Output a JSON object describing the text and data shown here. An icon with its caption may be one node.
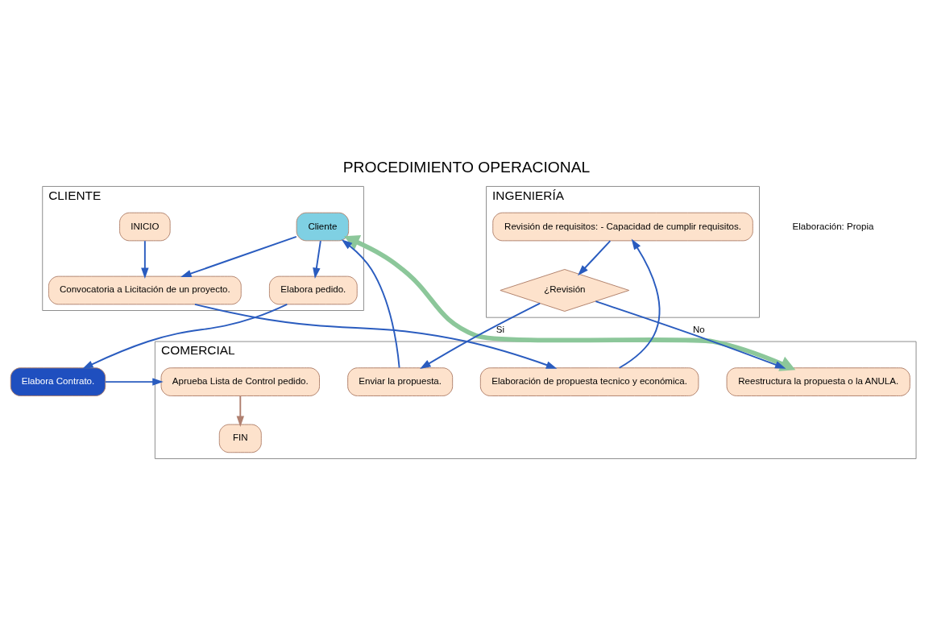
{
  "diagram": {
    "title": "PROCEDIMIENTO OPERACIONAL",
    "nodes": [
      {
        "text": [
          "CLIENTE"
        ]
      },
      {
        "text": [
          "INICIO"
        ],
        "in": 0
      },
      {
        "text": [
          "Convocatoria a Licitación de un proyecto."
        ],
        "in": 0
      },
      {
        "text": [
          "Cliente"
        ],
        "in": 0
      },
      {
        "text": [
          "Elabora pedido."
        ],
        "in": 0
      },
      {
        "text": [
          "Elabora Contrato."
        ]
      },
      {
        "text": [
          "COMERCIAL"
        ]
      },
      {
        "text": [
          "Elaboración de propuesta tecnico y económica."
        ],
        "in": 6
      },
      {
        "text": [
          "Enviar la propuesta."
        ],
        "in": 6
      },
      {
        "text": [
          "Reestructura la propuesta o la ANULA."
        ],
        "in": 6
      },
      {
        "text": [
          "Aprueba Lista de Control pedido."
        ],
        "in": 6
      },
      {
        "text": [
          "FIN"
        ],
        "in": 6
      },
      {
        "text": [
          "INGENIERÍA"
        ]
      },
      {
        "text": [
          "Revisión de requisitos: - Capacidad de cumplir requisitos."
        ],
        "in": 12
      },
      {
        "text": [
          "¿Revisión"
        ],
        "in": 12
      }
    ],
    "edges": [
      {
        "from": 1,
        "to": 2,
        "arrow": "to"
      },
      {
        "from": 2,
        "to": 7,
        "arrow": "to"
      },
      {
        "from": 7,
        "to": 13,
        "arrow": "to"
      },
      {
        "from": 13,
        "to": 14,
        "arrow": "to"
      },
      {
        "from": 14,
        "to": 8,
        "arrow": "to",
        "label": "Si"
      },
      {
        "from": 14,
        "to": 9,
        "arrow": "to",
        "label": "No"
      },
      {
        "from": 8,
        "to": 3,
        "arrow": "to"
      },
      {
        "from": 3,
        "to": 9,
        "arrow": "both",
        "style": "thick",
        "color": "#8cc79a"
      },
      {
        "from": 3,
        "to": 2,
        "arrow": "to"
      },
      {
        "from": 3,
        "to": 4,
        "arrow": "to"
      },
      {
        "from": 4,
        "to": 5,
        "arrow": "to"
      },
      {
        "from": 5,
        "to": 10,
        "arrow": "to"
      },
      {
        "from": 10,
        "to": 11,
        "arrow": "to",
        "color": "#b08070"
      }
    ],
    "labels": [
      "Elaboración: Propia"
    ]
  }
}
